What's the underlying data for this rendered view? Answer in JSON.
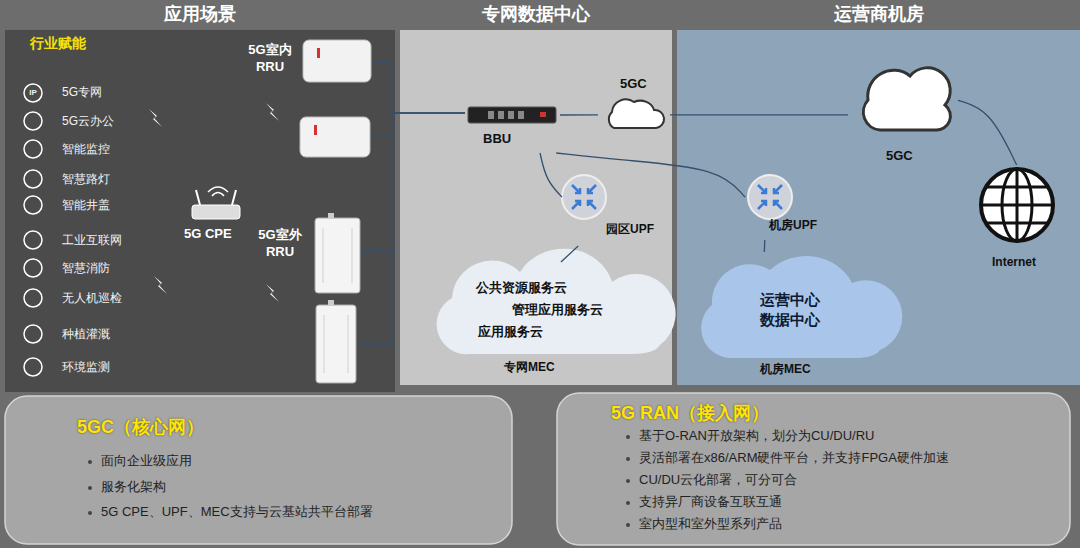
{
  "diagram": {
    "nodes": [
      {
        "text": [
          "应用场景",
          "行业赋能"
        ]
      },
      {
        "text": [
          "5G室内RRU"
        ],
        "in": 0
      },
      {
        "text": [
          "5G CPE"
        ],
        "in": 0
      },
      {
        "text": [
          "5G室外RRU"
        ],
        "in": 0
      },
      {
        "text": [
          "专网数据中心"
        ]
      },
      {
        "text": [
          "BBU"
        ],
        "in": 4
      },
      {
        "text": [
          "5GC"
        ],
        "in": 4
      },
      {
        "text": [
          "园区UPF"
        ],
        "in": 4
      },
      {
        "text": [
          "公共资源服务云",
          "管理应用服务云",
          "应用服务云",
          "专网MEC"
        ],
        "in": 4
      },
      {
        "text": [
          "运营商机房"
        ]
      },
      {
        "text": [
          "5GC"
        ],
        "in": 9
      },
      {
        "text": [
          "机房UPF"
        ],
        "in": 9
      },
      {
        "text": [
          "运营中心 数据中心",
          "机房MEC"
        ],
        "in": 9
      },
      {
        "text": [
          "Internet"
        ],
        "in": 9
      },
      {
        "text": [
          "5GC（核心网）",
          "面向企业级应用",
          "服务化架构",
          "5G CPE、UPF、MEC支持与云基站共平台部署"
        ]
      },
      {
        "text": [
          "5G RAN（接入网）",
          "基于O-RAN开放架构，划分为CU/DU/RU",
          "灵活部署在x86/ARM硬件平台，并支持FPGA硬件加速",
          "CU/DU云化部署，可分可合",
          "支持异厂商设备互联互通",
          "室内型和室外型系列产品"
        ]
      }
    ],
    "edges": [
      {
        "from": 1,
        "to": 5,
        "arrow": "none"
      },
      {
        "from": 3,
        "to": 5,
        "arrow": "none"
      },
      {
        "from": 5,
        "to": 6,
        "arrow": "none"
      },
      {
        "from": 5,
        "to": 7,
        "arrow": "none"
      },
      {
        "from": 6,
        "to": 10,
        "arrow": "none"
      },
      {
        "from": 5,
        "to": 11,
        "arrow": "none"
      },
      {
        "from": 7,
        "to": 8,
        "arrow": "none"
      },
      {
        "from": 11,
        "to": 12,
        "arrow": "none"
      },
      {
        "from": 10,
        "to": 13,
        "arrow": "none"
      }
    ],
    "labels": [
      "IP",
      "5G专网",
      "5G云办公",
      "智能监控",
      "智慧路灯",
      "智能井盖",
      "工业互联网",
      "智慧消防",
      "无人机巡检",
      "种植灌溉",
      "环境监测"
    ]
  }
}
